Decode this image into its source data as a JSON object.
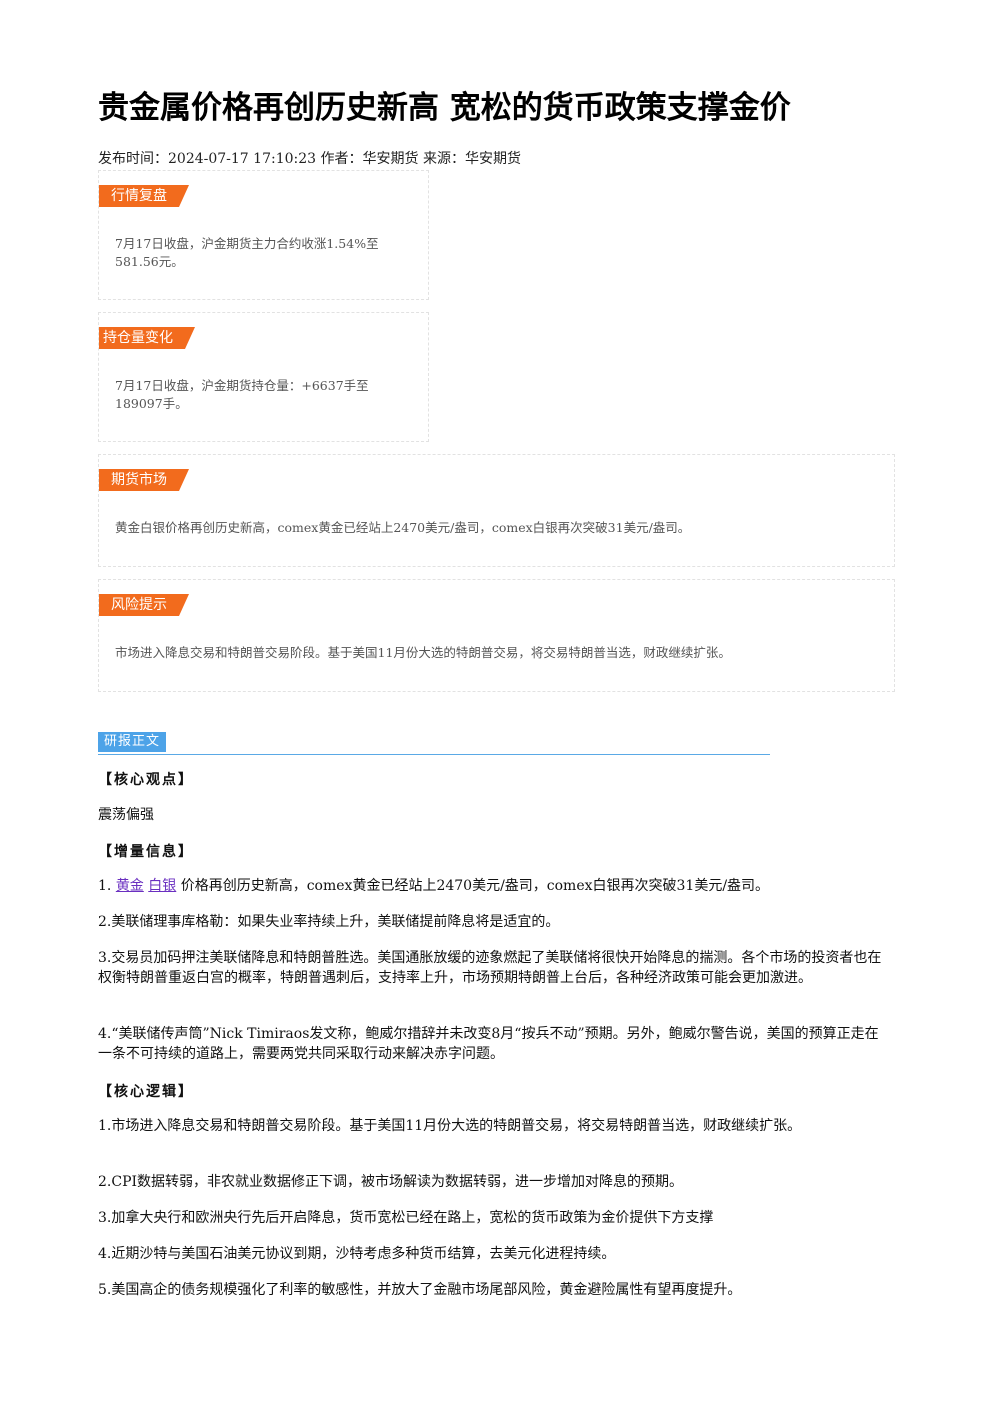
{
  "title": "贵金属价格再创历史新高 宽松的货币政策支撑金价",
  "meta": "发布时间：2024-07-17 17:10:23 作者：华安期货 来源：华安期货",
  "boxes": [
    {
      "tag": "行情复盘",
      "text": "7月17日收盘，沪金期货主力合约收涨1.54%至581.56元。"
    },
    {
      "tag": "持仓量变化",
      "text": "7月17日收盘，沪金期货持仓量：+6637手至189097手。"
    },
    {
      "tag": "期货市场",
      "text": "黄金白银价格再创历史新高，comex黄金已经站上2470美元/盎司，comex白银再次突破31美元/盎司。"
    },
    {
      "tag": "风险提示",
      "text": "市场进入降息交易和特朗普交易阶段。基于美国11月份大选的特朗普交易，将交易特朗普当选，财政继续扩张。"
    }
  ],
  "section_label": "研报正文",
  "core_view": {
    "heading": "【核心观点】",
    "text": "震荡偏强"
  },
  "info": {
    "heading": "【增量信息】",
    "item1_prefix": "1. ",
    "item1_link1": "黄金",
    "item1_link2": "白银",
    "item1_rest": " 价格再创历史新高，comex黄金已经站上2470美元/盎司，comex白银再次突破31美元/盎司。",
    "item2": "2.美联储理事库格勒：如果失业率持续上升，美联储提前降息将是适宜的。",
    "item3": "3.交易员加码押注美联储降息和特朗普胜选。美国通胀放缓的迹象燃起了美联储将很快开始降息的揣测。各个市场的投资者也在权衡特朗普重返白宫的概率，特朗普遇刺后，支持率上升，市场预期特朗普上台后，各种经济政策可能会更加激进。",
    "item4": "4.“美联储传声筒”Nick Timiraos发文称，鲍威尔措辞并未改变8月“按兵不动”预期。另外，鲍威尔警告说，美国的预算正走在一条不可持续的道路上，需要两党共同采取行动来解决赤字问题。"
  },
  "logic": {
    "heading": "【核心逻辑】",
    "items": [
      "1.市场进入降息交易和特朗普交易阶段。基于美国11月份大选的特朗普交易，将交易特朗普当选，财政继续扩张。",
      "2.CPI数据转弱，非农就业数据修正下调，被市场解读为数据转弱，进一步增加对降息的预期。",
      "3.加拿大央行和欧洲央行先后开启降息，货币宽松已经在路上，宽松的货币政策为金价提供下方支撑",
      "4.近期沙特与美国石油美元协议到期，沙特考虑多种货币结算，去美元化进程持续。",
      "5.美国高企的债务规模强化了利率的敏感性，并放大了金融市场尾部风险，黄金避险属性有望再度提升。"
    ]
  },
  "colors": {
    "tag": "#f26b1d",
    "section": "#4da3e8",
    "link": "#6a2fc0"
  }
}
